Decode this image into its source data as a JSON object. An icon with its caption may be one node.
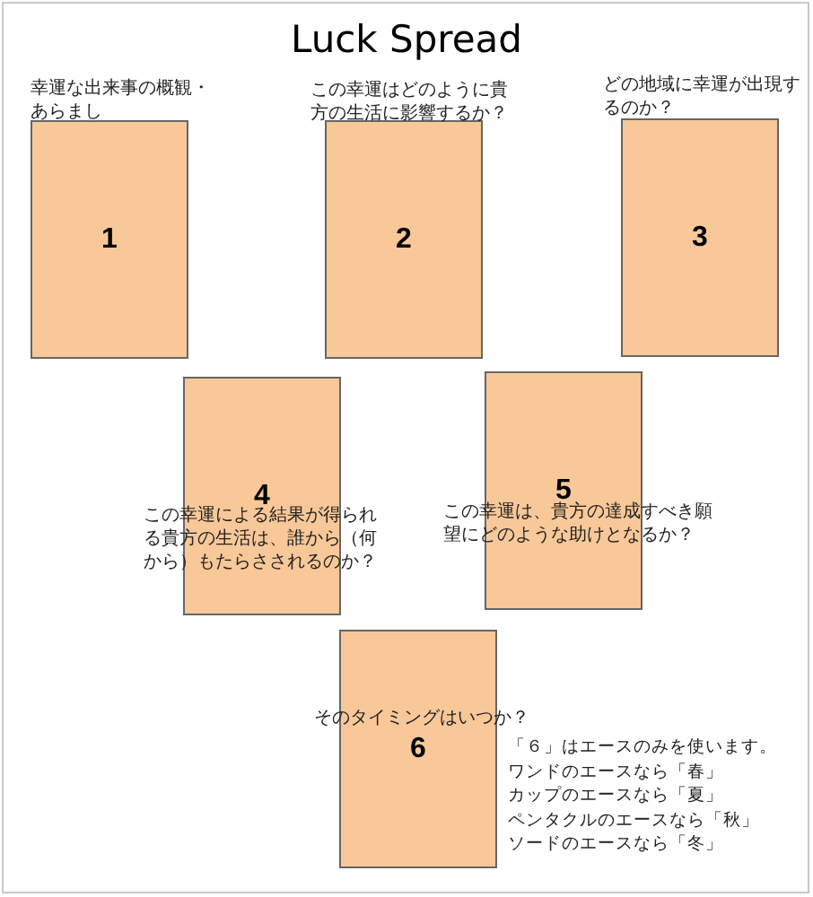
{
  "diagram": {
    "title": "Luck Spread",
    "nodes": [
      {
        "text": [
          "1"
        ],
        "beside": [
          "幸運な出来事の概観・あらまし"
        ]
      },
      {
        "text": [
          "2"
        ],
        "beside": [
          "この幸運はどのように貴方の生活に影響するか？"
        ]
      },
      {
        "text": [
          "3"
        ],
        "beside": [
          "どの地域に幸運が出現するのか？"
        ]
      },
      {
        "text": [
          "4",
          "この幸運による結果が得られる貴方の生活は、誰から（何から）もたらさされるのか？"
        ]
      },
      {
        "text": [
          "5",
          "この幸運は、貴方の達成すべき願望にどのような助けとなるか？"
        ]
      },
      {
        "text": [
          "そのタイミングはいつか？",
          "6"
        ],
        "beside": [
          "「６」はエースのみを使います。",
          "ワンドのエースなら「春」",
          "カップのエースなら「夏」",
          "ペンタクルのエースなら「秋」",
          "ソードのエースなら「冬」"
        ]
      }
    ]
  }
}
